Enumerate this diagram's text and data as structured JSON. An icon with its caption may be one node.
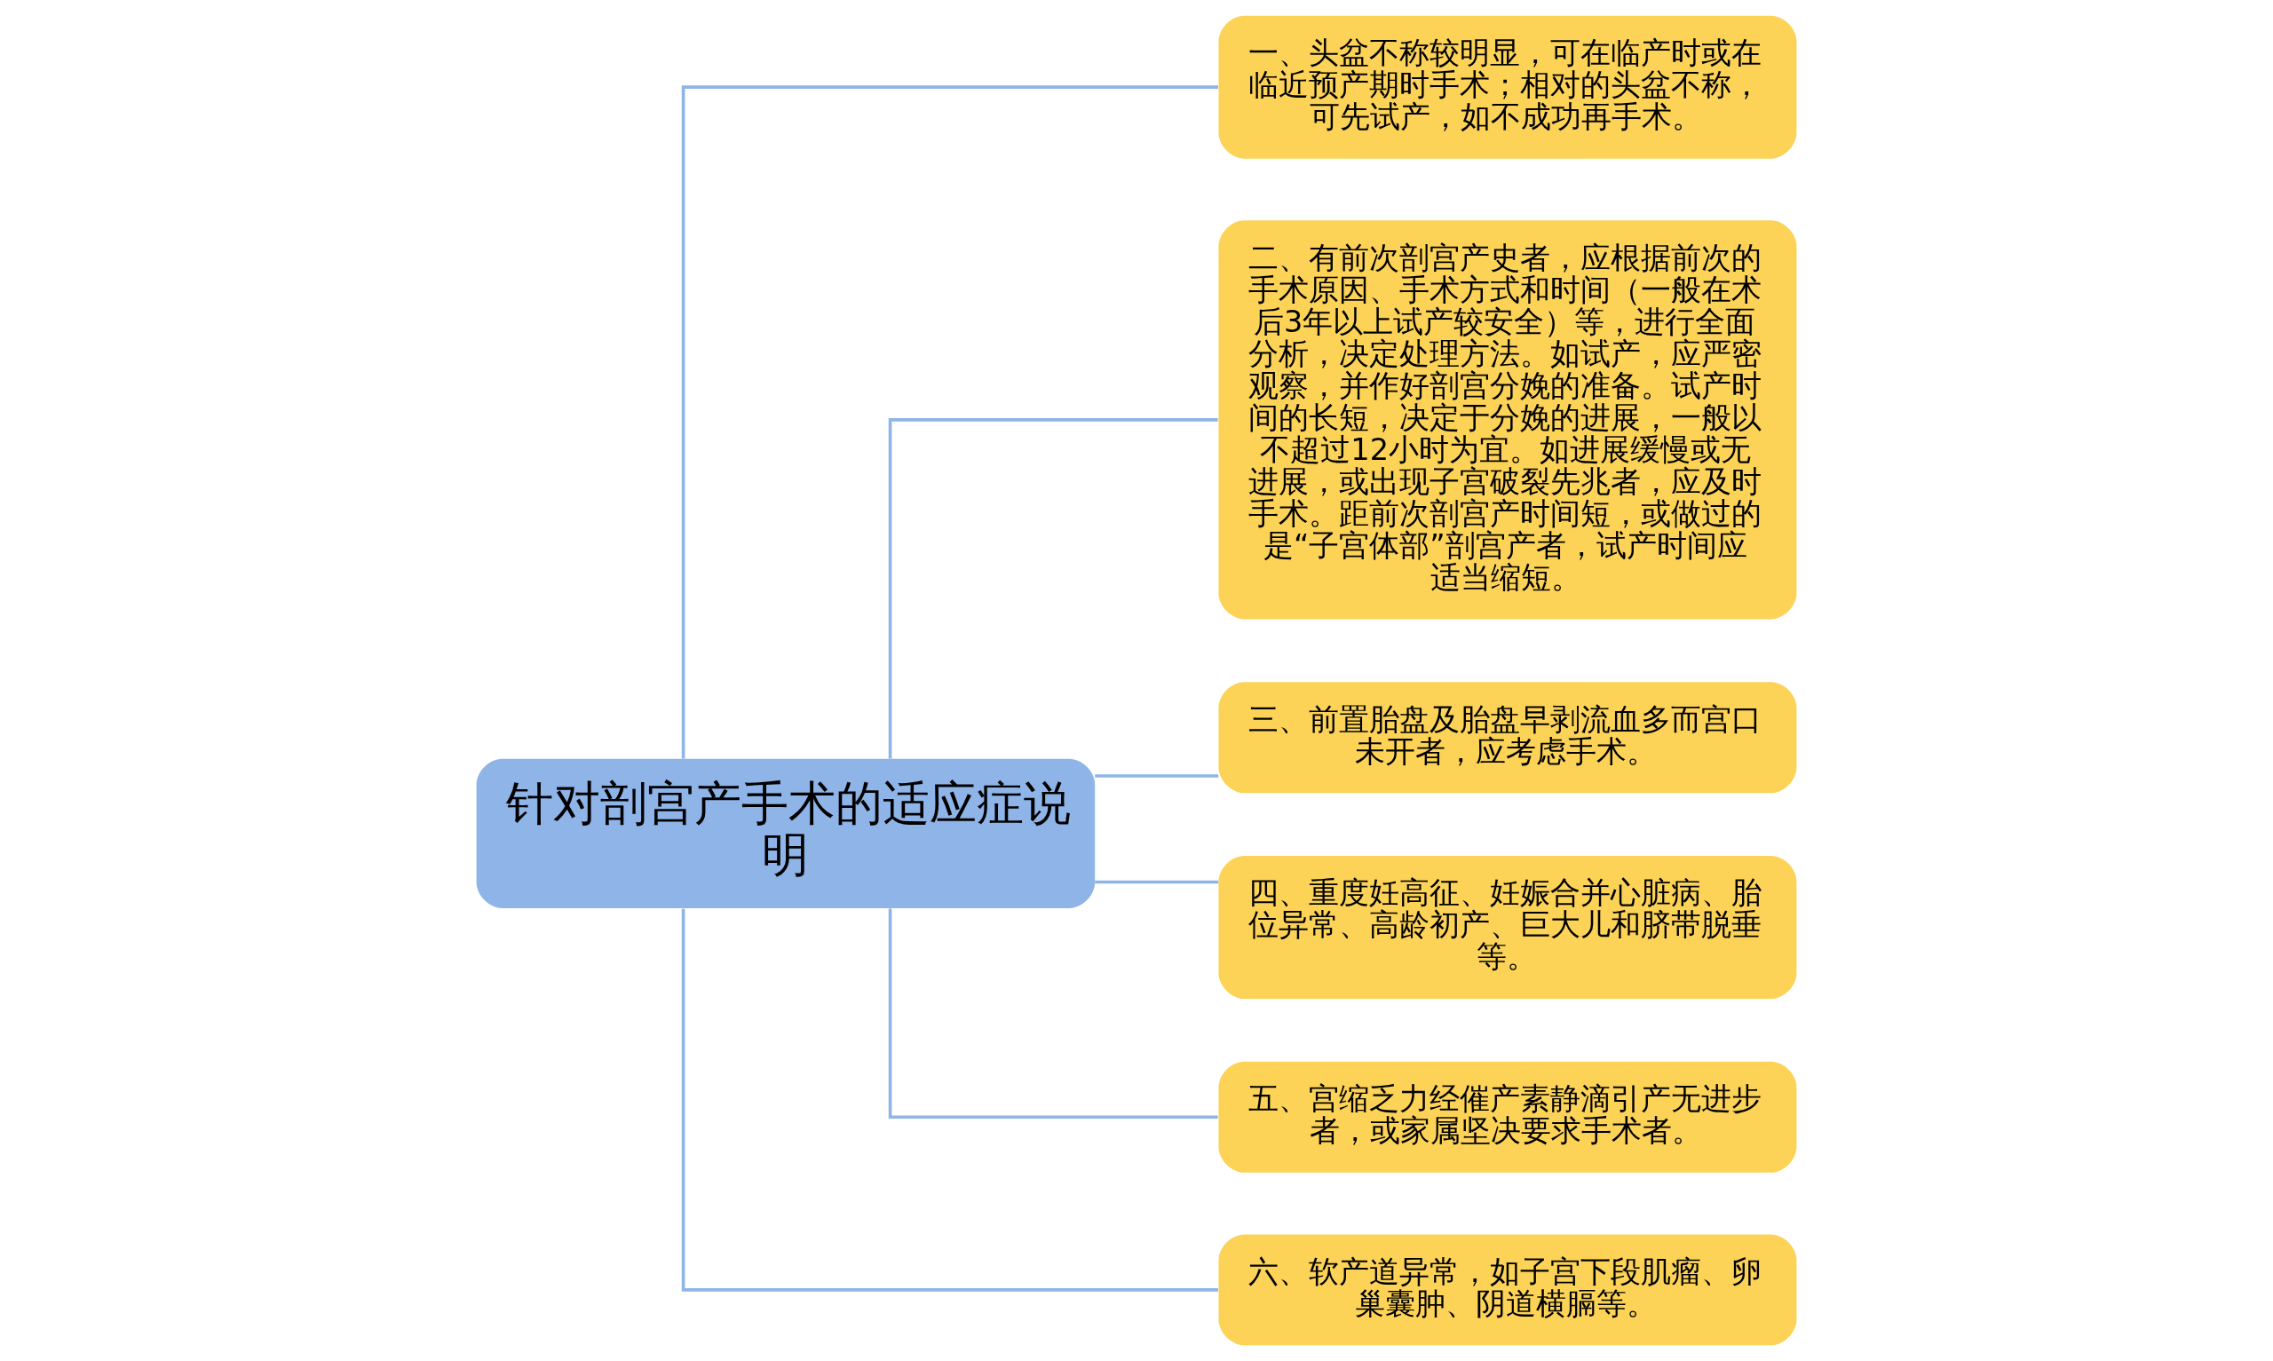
{
  "diagram": {
    "nodes": [
      {
        "text": [
          "针对剖宫产手术的适应症说明"
        ]
      },
      {
        "text": [
          "一、头盆不称较明显，可在临产时或在临近预产期时手术；相对的头盆不称，可先试产，如不成功再手术。"
        ]
      },
      {
        "text": [
          "二、有前次剖宫产史者，应根据前次的手术原因、手术方式和时间（一般在术后3年以上试产较安全）等，进行全面分析，决定处理方法。如试产，应严密观察，并作好剖宫分娩的准备。试产时间的长短，决定于分娩的进展，一般以不超过12小时为宜。如进展缓慢或无进展，或出现子宫破裂先兆者，应及时手术。距前次剖宫产时间短，或做过的是“子宫体部”剖宫产者，试产时间应适当缩短。"
        ]
      },
      {
        "text": [
          "三、前置胎盘及胎盘早剥流血多而宫口未开者，应考虑手术。"
        ]
      },
      {
        "text": [
          "四、重度妊高征、妊娠合并心脏病、胎位异常、高龄初产、巨大儿和脐带脱垂等。"
        ]
      },
      {
        "text": [
          "五、宫缩乏力经催产素静滴引产无进步者，或家属坚决要求手术者。"
        ]
      },
      {
        "text": [
          "六、软产道异常，如子宫下段肌瘤、卵巢囊肿、阴道横膈等。"
        ]
      }
    ],
    "edges": [
      {
        "from": 0,
        "to": 1,
        "arrow": "none"
      },
      {
        "from": 0,
        "to": 2,
        "arrow": "none"
      },
      {
        "from": 0,
        "to": 3,
        "arrow": "none"
      },
      {
        "from": 0,
        "to": 4,
        "arrow": "none"
      },
      {
        "from": 0,
        "to": 5,
        "arrow": "none"
      },
      {
        "from": 0,
        "to": 6,
        "arrow": "none"
      }
    ]
  }
}
